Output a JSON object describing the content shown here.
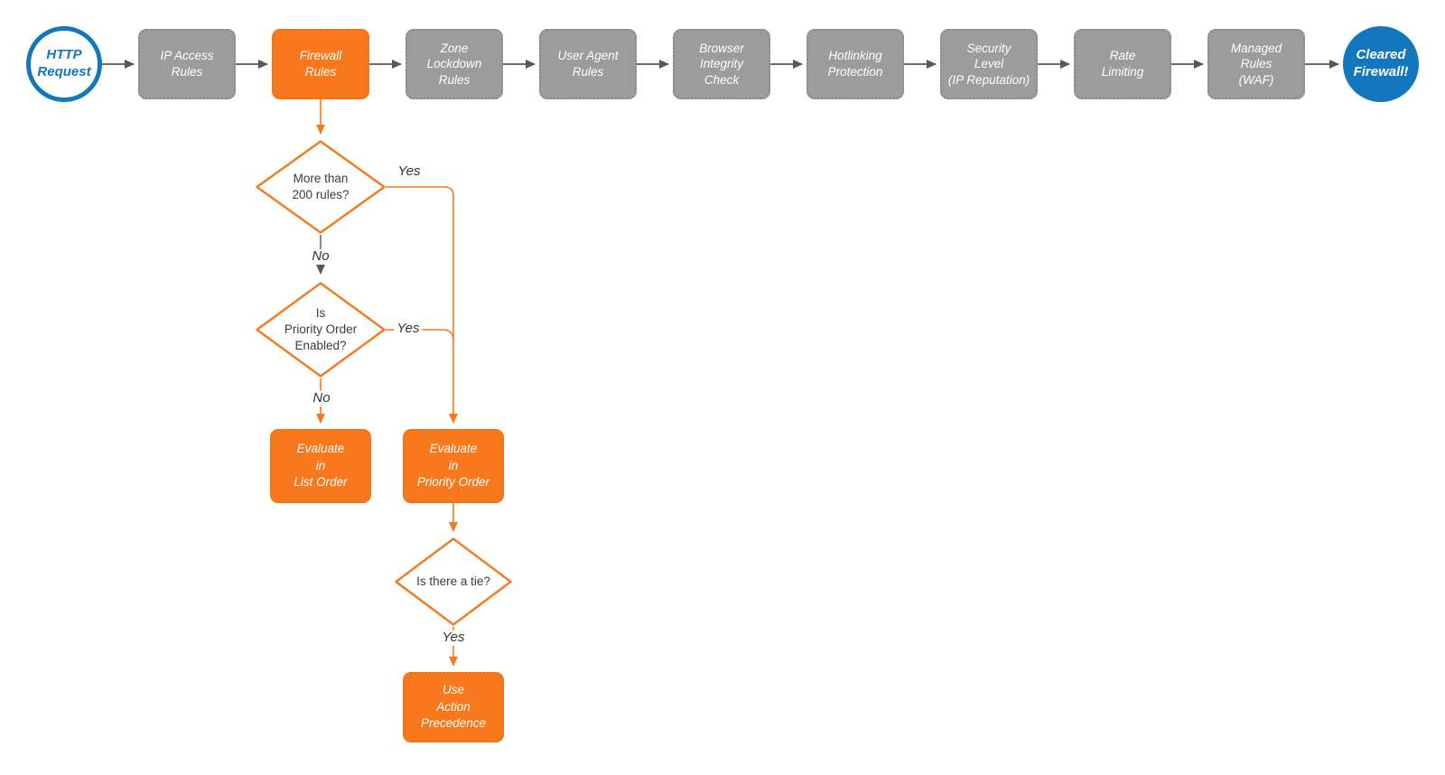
{
  "colors": {
    "orange": "#f8791d",
    "blue": "#1377bd",
    "gray_box": "#9c9c9c",
    "arrow_gray": "#56585a",
    "diamond_text": "#3c3c3c",
    "box_text": "#ffffff"
  },
  "flow": {
    "start": {
      "label": "HTTP\nRequest"
    },
    "steps": [
      {
        "label": "IP Access\nRules"
      },
      {
        "label": "Firewall\nRules"
      },
      {
        "label": "Zone\nLockdown\nRules"
      },
      {
        "label": "User Agent\nRules"
      },
      {
        "label": "Browser\nIntegrity\nCheck"
      },
      {
        "label": "Hotlinking\nProtection"
      },
      {
        "label": "Security\nLevel\n(IP Reputation)"
      },
      {
        "label": "Rate\nLimiting"
      },
      {
        "label": "Managed\nRules\n(WAF)"
      }
    ],
    "end": {
      "label": "Cleared\nFirewall!"
    }
  },
  "decisions": {
    "more_than_200_rules": {
      "question": "More than\n200 rules?",
      "yes_label": "Yes",
      "no_label": "No"
    },
    "priority_order_enabled": {
      "question": "Is\nPriority Order\nEnabled?",
      "yes_label": "Yes",
      "no_label": "No"
    },
    "is_there_a_tie": {
      "question": "Is there a tie?",
      "yes_label": "Yes"
    }
  },
  "actions": {
    "list_order": {
      "label": "Evaluate\nin\nList Order"
    },
    "priority_order": {
      "label": "Evaluate\nin\nPriority Order"
    },
    "action_precedence": {
      "label": "Use\nAction\nPrecedence"
    }
  }
}
